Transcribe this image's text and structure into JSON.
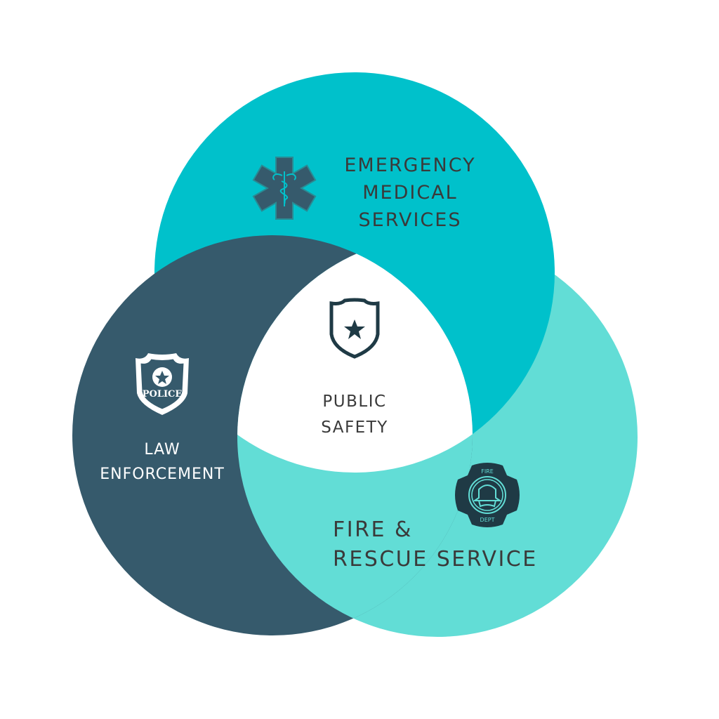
{
  "colors": {
    "emergency_medical": "#00C1CB",
    "law_enforcement": "#365A6C",
    "fire_rescue": "#62DDD6",
    "center": "#FFFFFF",
    "text_dark": "#3A3A3A",
    "icon_dark": "#1F3A45"
  },
  "sets": {
    "emergency_medical": {
      "line1": "EMERGENCY",
      "line2": "MEDICAL",
      "line3": "SERVICES",
      "icon": "star-of-life-icon"
    },
    "law_enforcement": {
      "line1": "LAW",
      "line2": "ENFORCEMENT",
      "icon": "police-badge-icon",
      "badge_text": "POLICE"
    },
    "fire_rescue": {
      "line1": "FIRE &",
      "line2": "RESCUE SERVICE",
      "icon": "fire-dept-badge-icon",
      "badge_top": "FIRE",
      "badge_bottom": "DEPT"
    },
    "center": {
      "line1": "PUBLIC",
      "line2": "SAFETY",
      "icon": "shield-star-icon"
    }
  }
}
